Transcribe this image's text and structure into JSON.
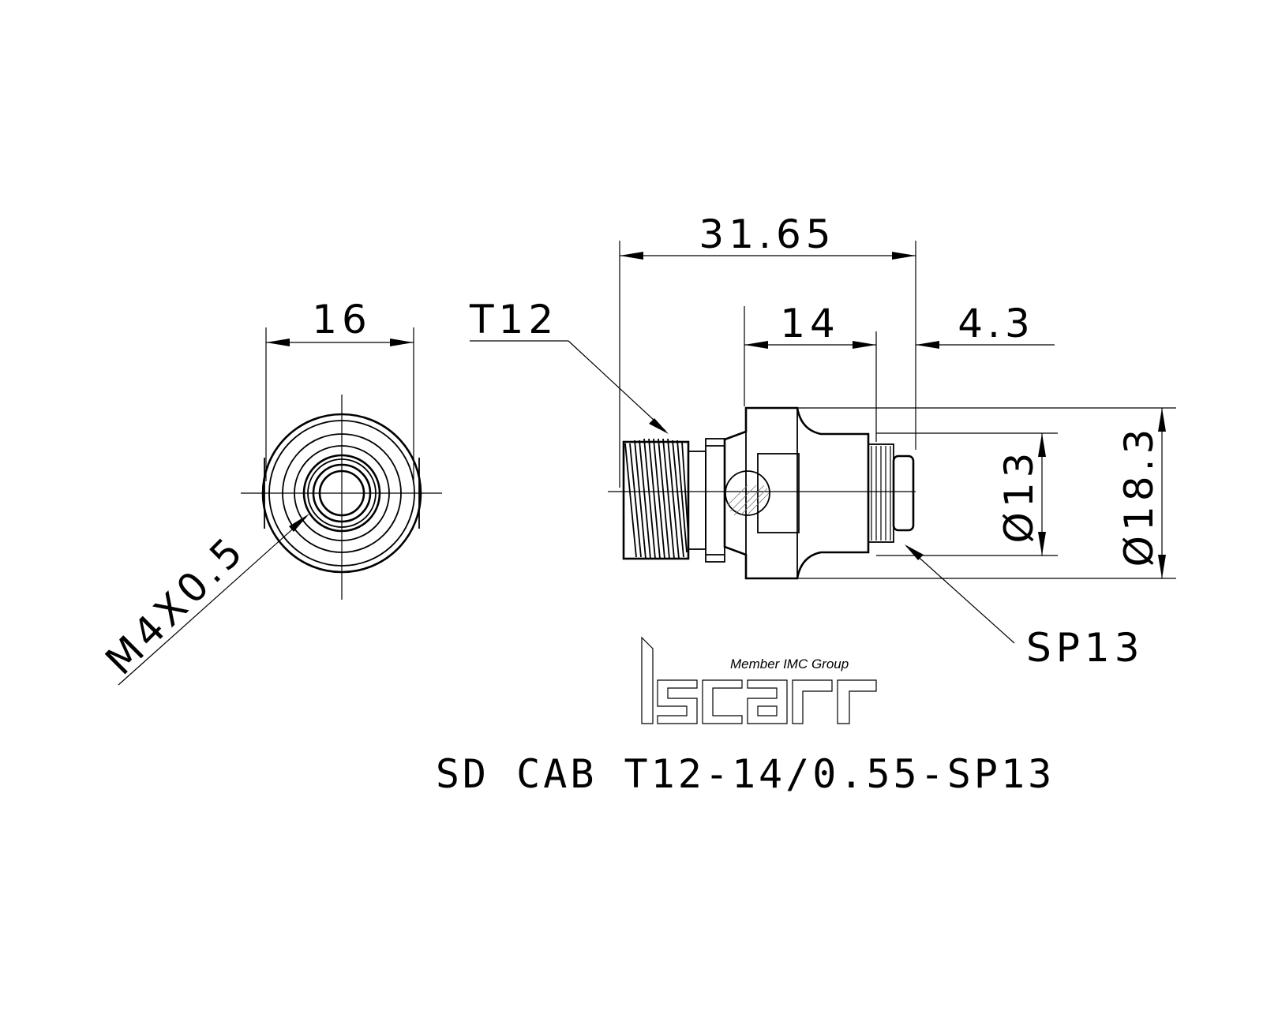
{
  "dimensions": {
    "front_width": "16",
    "overall_length": "31.65",
    "thread_length": "14",
    "tip_length": "4.3",
    "inner_diameter": "Ø13",
    "outer_diameter": "Ø18.3"
  },
  "callouts": {
    "front_thread": "M4X0.5",
    "thread_type": "T12",
    "seat": "SP13"
  },
  "logo": {
    "brand": "iscar",
    "tagline": "Member IMC Group"
  },
  "part_number": "SD CAB T12-14/0.55-SP13",
  "colors": {
    "line": "#000000",
    "background": "#ffffff",
    "hatch": "#777777"
  }
}
